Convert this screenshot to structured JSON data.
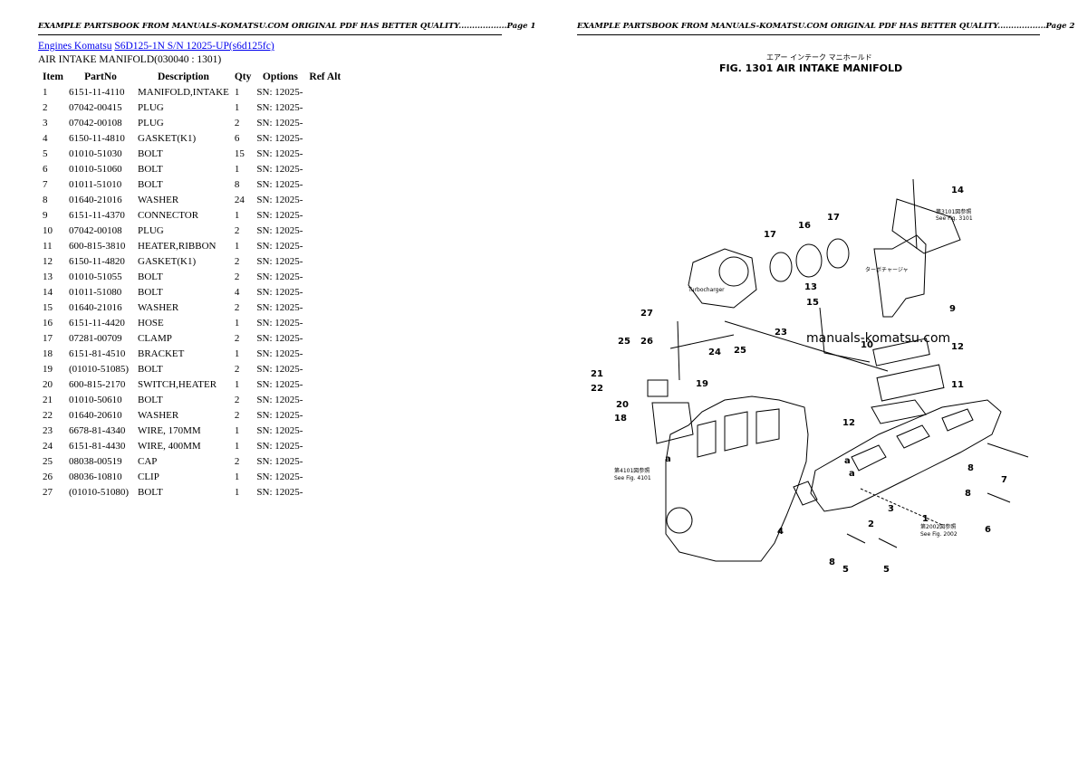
{
  "page1_header": "EXAMPLE PARTSBOOK FROM MANUALS-KOMATSU.COM ORIGINAL PDF HAS BETTER QUALITY..................Page 1",
  "page2_header": "EXAMPLE PARTSBOOK FROM MANUALS-KOMATSU.COM ORIGINAL PDF HAS BETTER QUALITY..................Page 2",
  "breadcrumb": {
    "link1": "Engines Komatsu",
    "link2": "S6D125-1N S/N 12025-UP(s6d125fc)"
  },
  "section_title": "AIR INTAKE MANIFOLD(030040 : 1301)",
  "table": {
    "headers": [
      "Item",
      "PartNo",
      "Description",
      "Qty",
      "Options",
      "Ref Alt"
    ],
    "rows": [
      [
        "1",
        "6151-11-4110",
        "MANIFOLD,INTAKE",
        "1",
        "SN: 12025-"
      ],
      [
        "2",
        "07042-00415",
        "PLUG",
        "1",
        "SN: 12025-"
      ],
      [
        "3",
        "07042-00108",
        "PLUG",
        "2",
        "SN: 12025-"
      ],
      [
        "4",
        "6150-11-4810",
        "GASKET(K1)",
        "6",
        "SN: 12025-"
      ],
      [
        "5",
        "01010-51030",
        "BOLT",
        "15",
        "SN: 12025-"
      ],
      [
        "6",
        "01010-51060",
        "BOLT",
        "1",
        "SN: 12025-"
      ],
      [
        "7",
        "01011-51010",
        "BOLT",
        "8",
        "SN: 12025-"
      ],
      [
        "8",
        "01640-21016",
        "WASHER",
        "24",
        "SN: 12025-"
      ],
      [
        "9",
        "6151-11-4370",
        "CONNECTOR",
        "1",
        "SN: 12025-"
      ],
      [
        "10",
        "07042-00108",
        "PLUG",
        "2",
        "SN: 12025-"
      ],
      [
        "11",
        "600-815-3810",
        "HEATER,RIBBON",
        "1",
        "SN: 12025-"
      ],
      [
        "12",
        "6150-11-4820",
        "GASKET(K1)",
        "2",
        "SN: 12025-"
      ],
      [
        "13",
        "01010-51055",
        "BOLT",
        "2",
        "SN: 12025-"
      ],
      [
        "14",
        "01011-51080",
        "BOLT",
        "4",
        "SN: 12025-"
      ],
      [
        "15",
        "01640-21016",
        "WASHER",
        "2",
        "SN: 12025-"
      ],
      [
        "16",
        "6151-11-4420",
        "HOSE",
        "1",
        "SN: 12025-"
      ],
      [
        "17",
        "07281-00709",
        "CLAMP",
        "2",
        "SN: 12025-"
      ],
      [
        "18",
        "6151-81-4510",
        "BRACKET",
        "1",
        "SN: 12025-"
      ],
      [
        "19",
        "(01010-51085)",
        "BOLT",
        "2",
        "SN: 12025-"
      ],
      [
        "20",
        "600-815-2170",
        "SWITCH,HEATER",
        "1",
        "SN: 12025-"
      ],
      [
        "21",
        "01010-50610",
        "BOLT",
        "2",
        "SN: 12025-"
      ],
      [
        "22",
        "01640-20610",
        "WASHER",
        "2",
        "SN: 12025-"
      ],
      [
        "23",
        "6678-81-4340",
        "WIRE, 170MM",
        "1",
        "SN: 12025-"
      ],
      [
        "24",
        "6151-81-4430",
        "WIRE, 400MM",
        "1",
        "SN: 12025-"
      ],
      [
        "25",
        "08038-00519",
        "CAP",
        "2",
        "SN: 12025-"
      ],
      [
        "26",
        "08036-10810",
        "CLIP",
        "1",
        "SN: 12025-"
      ],
      [
        "27",
        "(01010-51080)",
        "BOLT",
        "1",
        "SN: 12025-"
      ]
    ]
  },
  "figure": {
    "jp_title": "エアー インテーク マニホールド",
    "title": "FIG. 1301  AIR  INTAKE  MANIFOLD",
    "watermark": "manuals-komatsu.com",
    "turbo_label": "ターボチャージャ",
    "turbo_label_en": "Turbocharger",
    "ref_jp_3101": "第3101図参照",
    "ref_3101": "See Fig. 3101",
    "ref_jp_4101": "第4101図参照",
    "ref_4101": "See Fig. 4101",
    "ref_jp_2002": "第2002図参照",
    "ref_2002": "See Fig. 2002",
    "callouts": [
      "14",
      "16",
      "17",
      "17",
      "13",
      "15",
      "23",
      "9",
      "10",
      "12",
      "11",
      "12",
      "27",
      "26",
      "25",
      "24",
      "25",
      "21",
      "22",
      "20",
      "19",
      "18",
      "1",
      "2",
      "3",
      "4",
      "5",
      "5",
      "6",
      "7",
      "8",
      "8",
      "8",
      "a",
      "a",
      "a"
    ]
  }
}
